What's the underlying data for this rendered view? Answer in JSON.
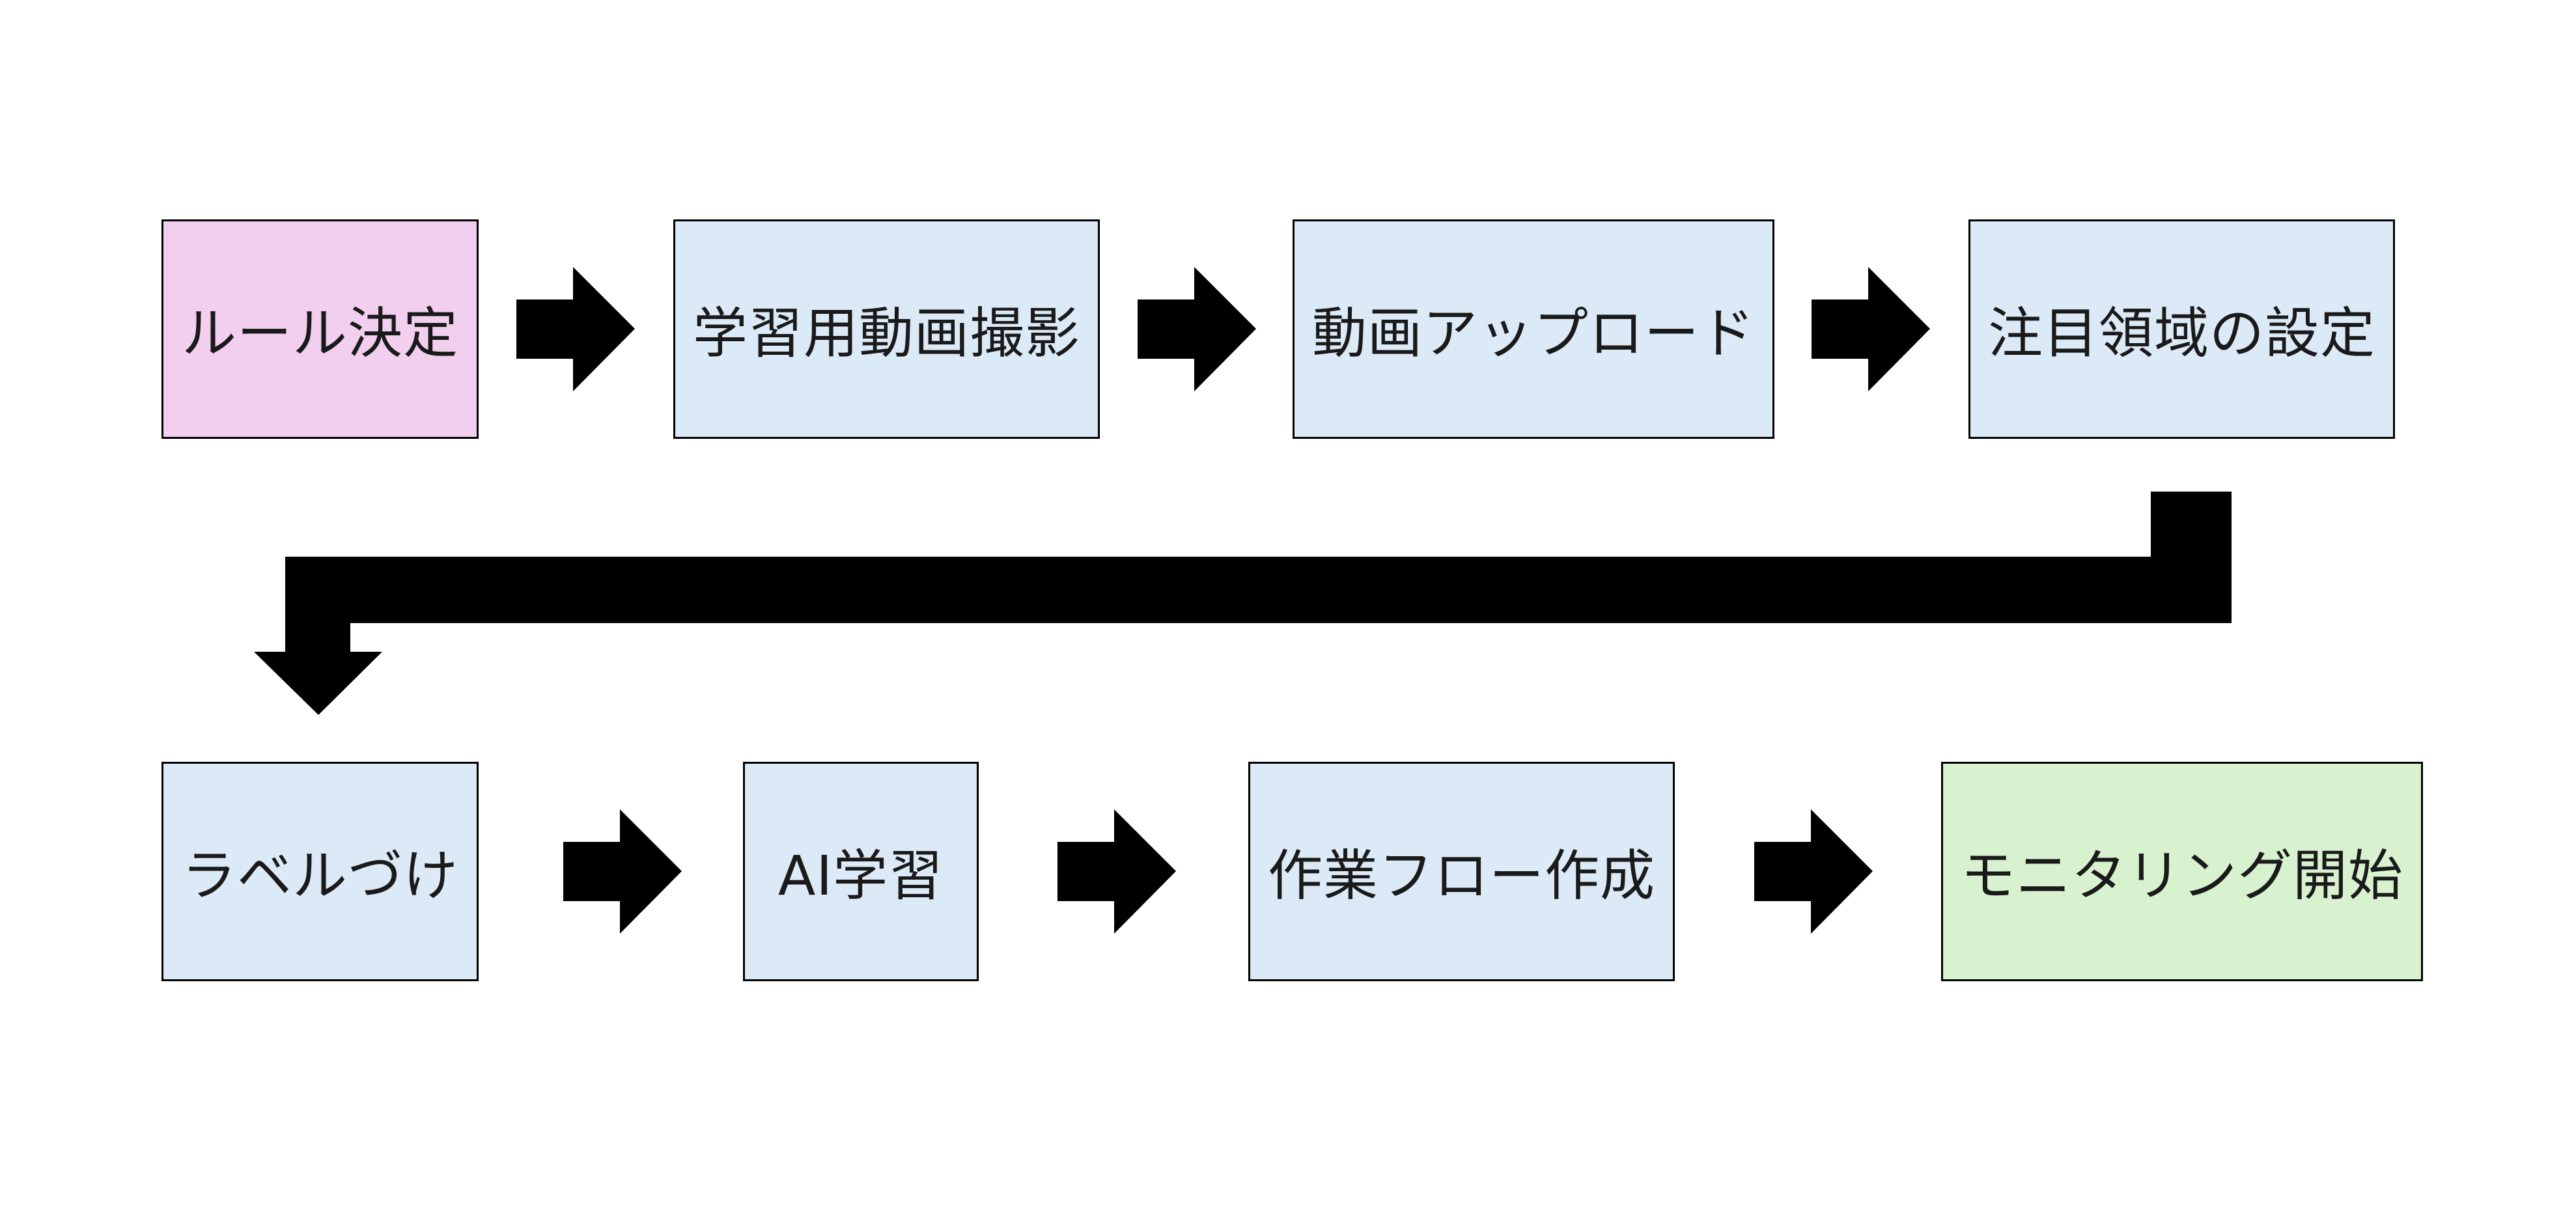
{
  "colors": {
    "start": "#f2cfee",
    "process": "#dce9f6",
    "end": "#d8f2d0",
    "arrow": "#000000"
  },
  "steps": [
    {
      "label": "ルール決定",
      "kind": "start"
    },
    {
      "label": "学習用動画撮影",
      "kind": "process"
    },
    {
      "label": "動画アップロード",
      "kind": "process"
    },
    {
      "label": "注目領域の設定",
      "kind": "process"
    },
    {
      "label": "ラベルづけ",
      "kind": "process"
    },
    {
      "label": "AI学習",
      "kind": "process"
    },
    {
      "label": "作業フロー作成",
      "kind": "process"
    },
    {
      "label": "モニタリング開始",
      "kind": "end"
    }
  ]
}
